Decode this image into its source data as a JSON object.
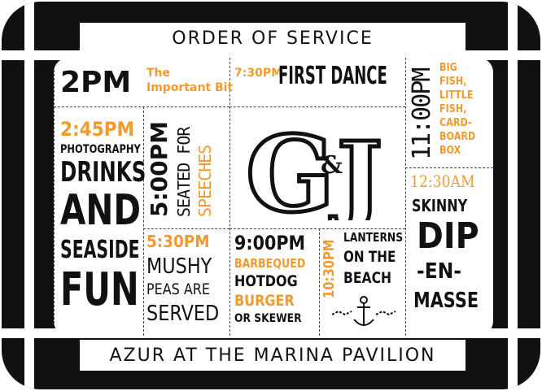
{
  "header": {
    "title": "ORDER OF SERVICE"
  },
  "footer": {
    "venue": "AZUR AT THE MARINA PAVILION"
  },
  "monogram": {
    "left": "G",
    "amp": "&",
    "right": "J"
  },
  "colors": {
    "accent": "#f39a2a",
    "ink": "#111111",
    "paper": "#ffffff"
  },
  "events": {
    "e2pm": {
      "time": "2PM",
      "line1": "The",
      "line2": "Important Bit"
    },
    "e245": {
      "time": "2:45PM",
      "l1": "PHOTOGRAPHY",
      "l2": "DRINKS",
      "l3": "AND",
      "l4": "SEASIDE",
      "l5": "FUN"
    },
    "e500": {
      "time": "5:00PM",
      "l1": "SEATED FOR",
      "l2": "SPEECHES"
    },
    "e530": {
      "time": "5:30PM",
      "l1": "MUSHY",
      "l2": "PEAS ARE",
      "l3": "SERVED"
    },
    "e730": {
      "time": "7:30PM",
      "title": "FIRST DANCE"
    },
    "e900": {
      "time": "9:00PM",
      "l1": "BARBEQUED",
      "l2": "HOTDOG",
      "l3": "BURGER",
      "l4": "OR SKEWER"
    },
    "e1030": {
      "time": "10:30PM",
      "l1": "LANTERNS",
      "l2": "ON THE",
      "l3": "BEACH"
    },
    "e1100": {
      "time": "11:00PM",
      "l1": "BIG",
      "l2": "FISH,",
      "l3": "LITTLE",
      "l4": "FISH,",
      "l5": "CARD-",
      "l6": "BOARD",
      "l7": "BOX"
    },
    "e1230": {
      "time": "12:30AM",
      "l1": "SKINNY",
      "l2": "DIP",
      "l3": "-EN-",
      "l4": "MASSE"
    }
  }
}
